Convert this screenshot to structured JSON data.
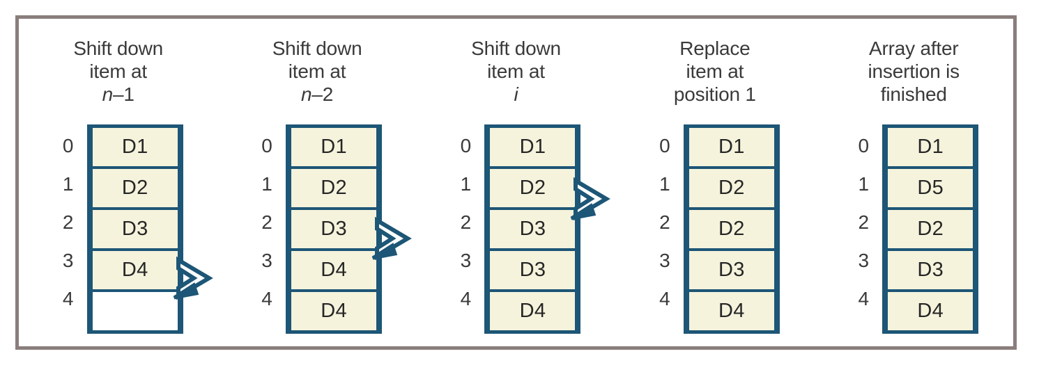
{
  "figure": {
    "frame_color": "#8a7e7c",
    "cell_border_color": "#1d5676",
    "cell_fill_color": "#f5f3dc",
    "empty_cell_color": "#ffffff",
    "text_color": "#3a3a3a",
    "arrow_color": "#1d5676"
  },
  "panels": [
    {
      "title_line1": "Shift down",
      "title_line2": "item at",
      "title_line3_italic": "n",
      "title_line3_rest": "–1",
      "indices": [
        "0",
        "1",
        "2",
        "3",
        "4"
      ],
      "cells": [
        "D1",
        "D2",
        "D3",
        "D4",
        ""
      ],
      "arrow": {
        "present": true,
        "target_index": 4
      }
    },
    {
      "title_line1": "Shift down",
      "title_line2": "item at",
      "title_line3_italic": "n",
      "title_line3_rest": "–2",
      "indices": [
        "0",
        "1",
        "2",
        "3",
        "4"
      ],
      "cells": [
        "D1",
        "D2",
        "D3",
        "D4",
        "D4"
      ],
      "arrow": {
        "present": true,
        "target_index": 3
      }
    },
    {
      "title_line1": "Shift down",
      "title_line2": "item at",
      "title_line3_italic": "i",
      "title_line3_rest": "",
      "indices": [
        "0",
        "1",
        "2",
        "3",
        "4"
      ],
      "cells": [
        "D1",
        "D2",
        "D3",
        "D3",
        "D4"
      ],
      "arrow": {
        "present": true,
        "target_index": 2
      }
    },
    {
      "title_line1": "Replace",
      "title_line2": "item at",
      "title_line3_italic": "",
      "title_line3_rest": "position 1",
      "indices": [
        "0",
        "1",
        "2",
        "3",
        "4"
      ],
      "cells": [
        "D1",
        "D2",
        "D2",
        "D3",
        "D4"
      ],
      "arrow": {
        "present": false,
        "target_index": null
      }
    },
    {
      "title_line1": "Array after",
      "title_line2": "insertion is",
      "title_line3_italic": "",
      "title_line3_rest": "finished",
      "indices": [
        "0",
        "1",
        "2",
        "3",
        "4"
      ],
      "cells": [
        "D1",
        "D5",
        "D2",
        "D3",
        "D4"
      ],
      "arrow": {
        "present": false,
        "target_index": null
      }
    }
  ]
}
